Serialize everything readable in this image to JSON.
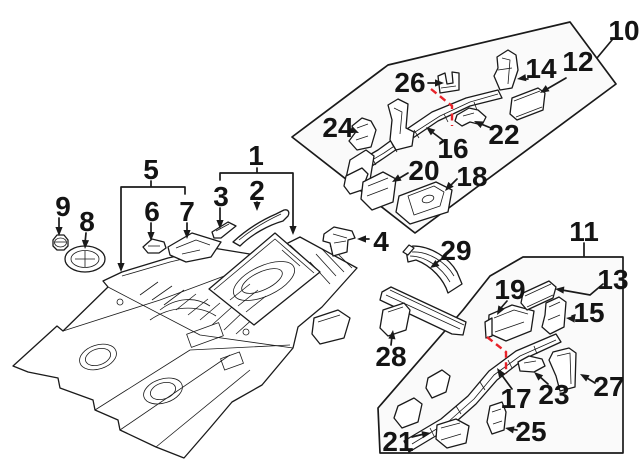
{
  "diagram": {
    "kind": "exploded-parts-diagram",
    "background": "#ffffff",
    "line_color": "#1a1a1a",
    "group_box_fill": "#fafafa",
    "highlight_color": "#e8232a"
  },
  "callouts": {
    "c1": "1",
    "c2": "2",
    "c3": "3",
    "c4": "4",
    "c5": "5",
    "c6": "6",
    "c7": "7",
    "c8": "8",
    "c9": "9",
    "c10": "10",
    "c11": "11",
    "c12": "12",
    "c13": "13",
    "c14": "14",
    "c15": "15",
    "c16": "16",
    "c17": "17",
    "c18": "18",
    "c19": "19",
    "c20": "20",
    "c21": "21",
    "c22": "22",
    "c23": "23",
    "c24": "24",
    "c25": "25",
    "c26": "26",
    "c27": "27",
    "c28": "28",
    "c29": "29"
  }
}
